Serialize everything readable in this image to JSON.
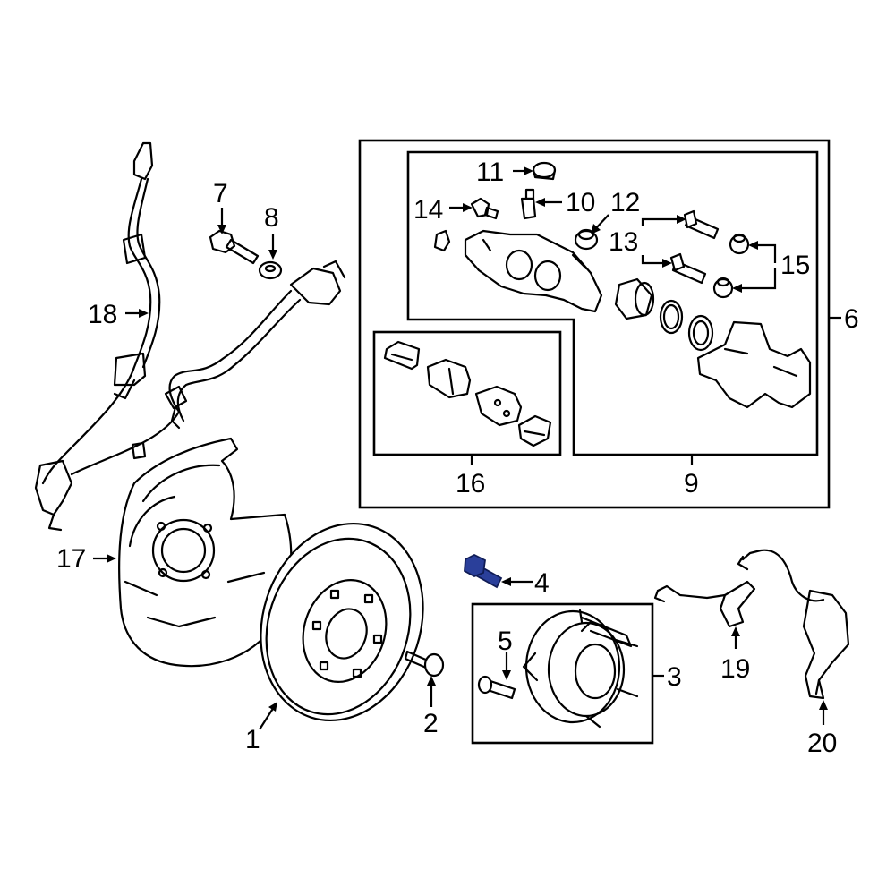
{
  "highlight_color": "#2a3f9a",
  "callouts": {
    "c1": "1",
    "c2": "2",
    "c3": "3",
    "c4": "4",
    "c5": "5",
    "c6": "6",
    "c7": "7",
    "c8": "8",
    "c9": "9",
    "c10": "10",
    "c11": "11",
    "c12": "12",
    "c13": "13",
    "c14": "14",
    "c15": "15",
    "c16": "16",
    "c17": "17",
    "c18": "18",
    "c19": "19",
    "c20": "20"
  }
}
